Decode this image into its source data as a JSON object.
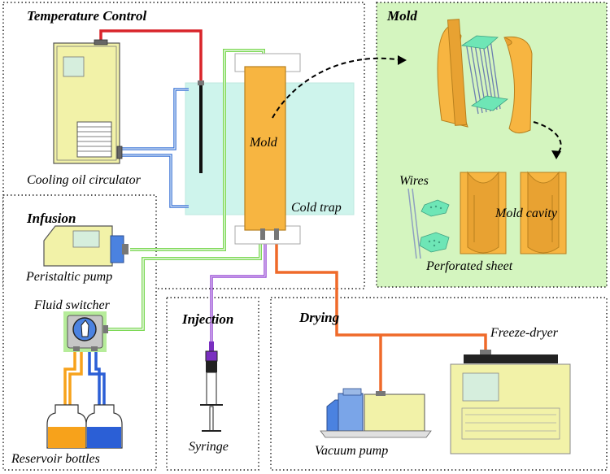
{
  "sections": {
    "temperature_control": "Temperature Control",
    "mold": "Mold",
    "infusion": "Infusion",
    "injection": "Injection",
    "drying": "Drying"
  },
  "labels": {
    "cooling_oil_circulator": "Cooling oil circulator",
    "mold_center": "Mold",
    "cold_trap": "Cold trap",
    "peristaltic_pump": "Peristaltic pump",
    "fluid_switcher": "Fluid switcher",
    "reservoir_bottles": "Reservoir bottles",
    "syringe": "Syringe",
    "vacuum_pump": "Vacuum pump",
    "freeze_dryer": "Freeze-dryer",
    "wires": "Wires",
    "mold_cavity": "Mold cavity",
    "perforated_sheet": "Perforated sheet"
  },
  "colors": {
    "hot_line": "#d9252b",
    "cold_line": "#3a74d6",
    "fluid_line": "#7ed957",
    "injection_line": "#9a4fd6",
    "vacuum_line": "#ef6a2a",
    "device_yellow": "#f2f2a8",
    "mold_orange": "#f7b541",
    "trap_cyan": "#c9f3ea",
    "mold_panel": "#d4f5bf"
  }
}
